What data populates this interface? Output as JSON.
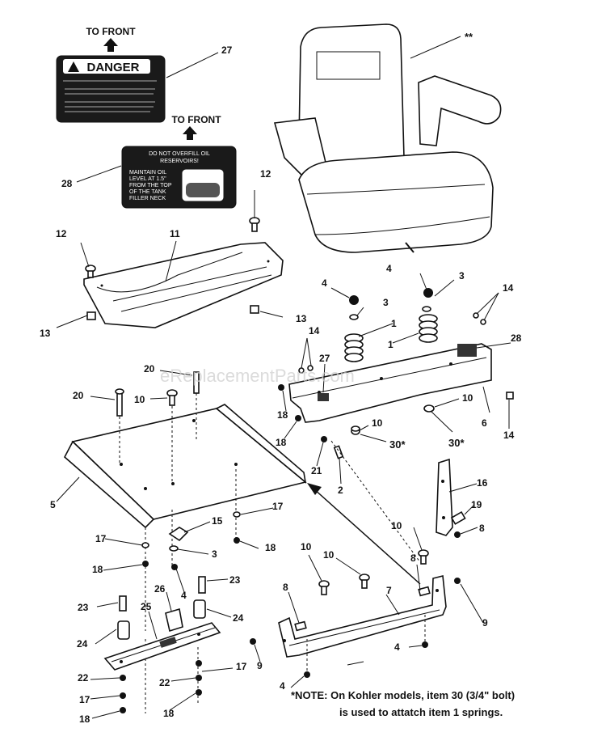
{
  "decals": {
    "front_label_1": "TO FRONT",
    "front_label_2": "TO FRONT",
    "danger_title": "DANGER",
    "oil_line1": "DO NOT OVERFILL OIL",
    "oil_line2": "RESERVOIRS!",
    "oil_body": [
      "MAINTAIN OIL",
      "LEVEL AT 1.5\"",
      "FROM THE TOP",
      "OF THE TANK",
      "FILLER NECK"
    ]
  },
  "watermark": "eReplacementParts.com",
  "callouts": {
    "seat": "**",
    "c27a": "27",
    "c28a": "28",
    "c12a": "12",
    "c12b": "12",
    "c11": "11",
    "c13a": "13",
    "c13b": "13",
    "c4a": "4",
    "c4b": "4",
    "c3a": "3",
    "c3b": "3",
    "c14a": "14",
    "c14b": "14",
    "c14c": "14",
    "c1a": "1",
    "c1b": "1",
    "c28b": "28",
    "c27b": "27",
    "c20a": "20",
    "c20b": "20",
    "c10a": "10",
    "c10b": "10",
    "c10c": "10",
    "c18a": "18",
    "c18b": "18",
    "c6": "6",
    "c30a": "30*",
    "c30b": "30*",
    "c21": "21",
    "c2": "2",
    "c5": "5",
    "c16": "16",
    "c19": "19",
    "c8a": "8",
    "c8b": "8",
    "c8c": "8",
    "c17a": "17",
    "c17b": "17",
    "c17c": "17",
    "c17d": "17",
    "c15": "15",
    "c3c": "3",
    "c18c": "18",
    "c18d": "18",
    "c18e": "18",
    "c18f": "18",
    "c4c": "4",
    "c4d": "4",
    "c4e": "4",
    "c23a": "23",
    "c23b": "23",
    "c26": "26",
    "c25": "25",
    "c24a": "24",
    "c24b": "24",
    "c10d": "10",
    "c10e": "10",
    "c10f": "10",
    "c7": "7",
    "c9a": "9",
    "c9b": "9",
    "c22a": "22",
    "c22b": "22"
  },
  "note": {
    "line1": "*NOTE: On Kohler models, item 30 (3/4\" bolt)",
    "line2": "is used to attatch item 1 springs."
  }
}
